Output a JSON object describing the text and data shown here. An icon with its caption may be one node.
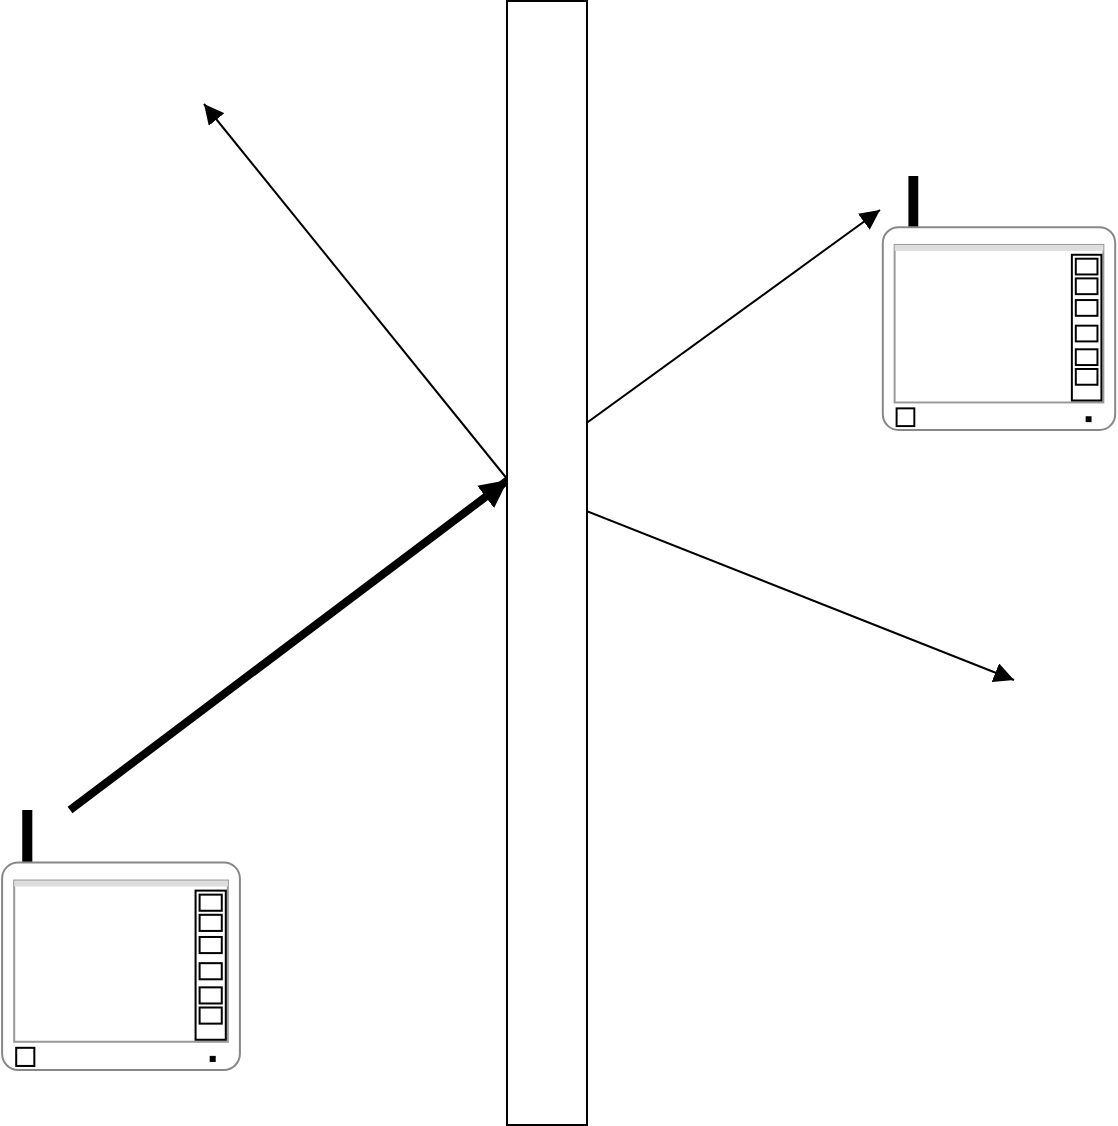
{
  "diagram": {
    "nodes": [
      {
        "text": [],
        "shape": "bar"
      },
      {
        "text": [],
        "shape": "picture"
      },
      {
        "text": [],
        "shape": "picture"
      }
    ],
    "edges": [
      {
        "from": 1,
        "to": 0,
        "arrow": "to",
        "style": "thick"
      },
      {
        "from": 0,
        "to": null,
        "arrow": "to"
      },
      {
        "from": 0,
        "to": 2,
        "arrow": "to"
      },
      {
        "from": 0,
        "to": null,
        "arrow": "to"
      }
    ]
  }
}
